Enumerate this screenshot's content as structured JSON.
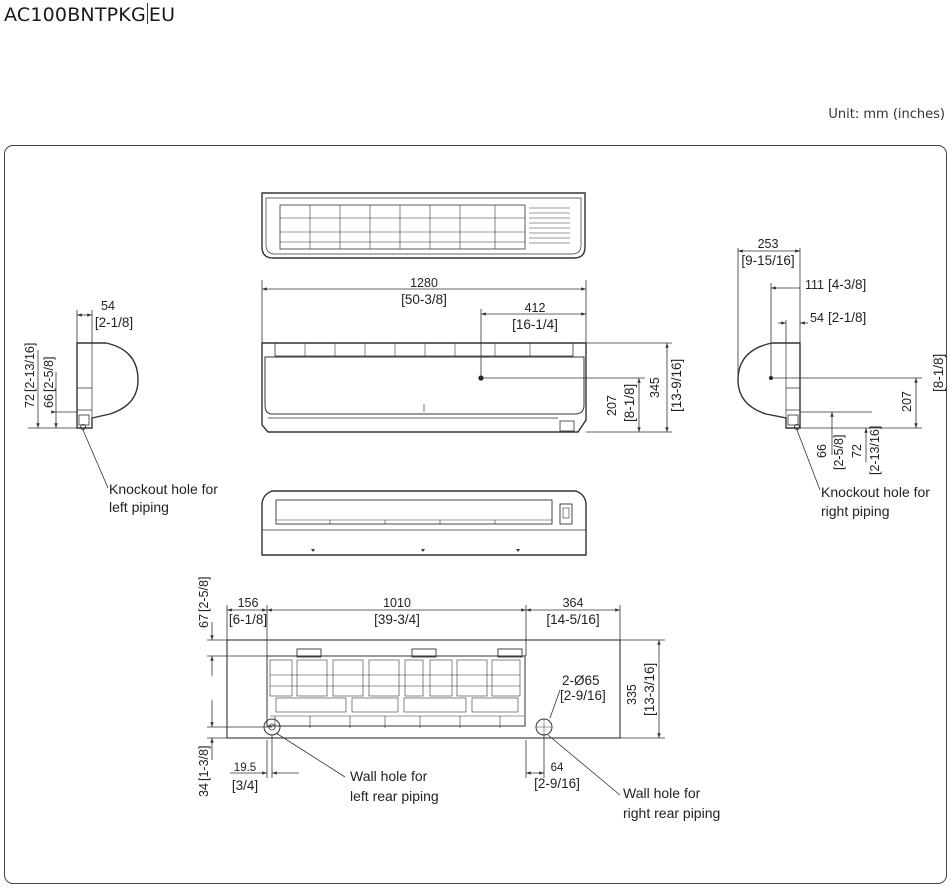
{
  "title": {
    "model": "AC100BNTPKG",
    "suffix": "EU"
  },
  "unit": "Unit: mm (inches)",
  "dims": {
    "left_54": "54",
    "left_54_in": "[2-1/8]",
    "left_72": "72",
    "left_72_in": "[2-13/16]",
    "left_66": "66",
    "left_66_in": "[2-5/8]",
    "front_1280": "1280",
    "front_1280_in": "[50-3/8]",
    "front_412": "412",
    "front_412_in": "[16-1/4]",
    "front_207": "207",
    "front_207_in": "[8-1/8]",
    "front_345": "345",
    "front_345_in": "[13-9/16]",
    "right_253": "253",
    "right_253_in": "[9-15/16]",
    "right_111": "111",
    "right_111_in": "[4-3/8]",
    "right_54": "54",
    "right_54_in": "[2-1/8]",
    "right_207": "207",
    "right_207_in": "[8-1/8]",
    "right_66": "66",
    "right_66_in": "[2-5/8]",
    "right_72": "72",
    "right_72_in": "[2-13/16]",
    "rear_67": "67",
    "rear_67_in": "[2-5/8]",
    "rear_156": "156",
    "rear_156_in": "[6-1/8]",
    "rear_1010": "1010",
    "rear_1010_in": "[39-3/4]",
    "rear_364": "364",
    "rear_364_in": "[14-5/16]",
    "rear_335": "335",
    "rear_335_in": "[13-3/16]",
    "rear_hole": "2-Ø65",
    "rear_hole_in": "[2-9/16]",
    "rear_34": "34",
    "rear_34_in": "[1-3/8]",
    "rear_19_5": "19.5",
    "rear_19_5_in": "[3/4]",
    "rear_64": "64",
    "rear_64_in": "[2-9/16]"
  },
  "notes": {
    "knockout_left_1": "Knockout hole for",
    "knockout_left_2": "left piping",
    "knockout_right_1": "Knockout hole for",
    "knockout_right_2": "right piping",
    "wall_left_1": "Wall hole for",
    "wall_left_2": "left rear piping",
    "wall_right_1": "Wall hole for",
    "wall_right_2": "right rear piping"
  }
}
